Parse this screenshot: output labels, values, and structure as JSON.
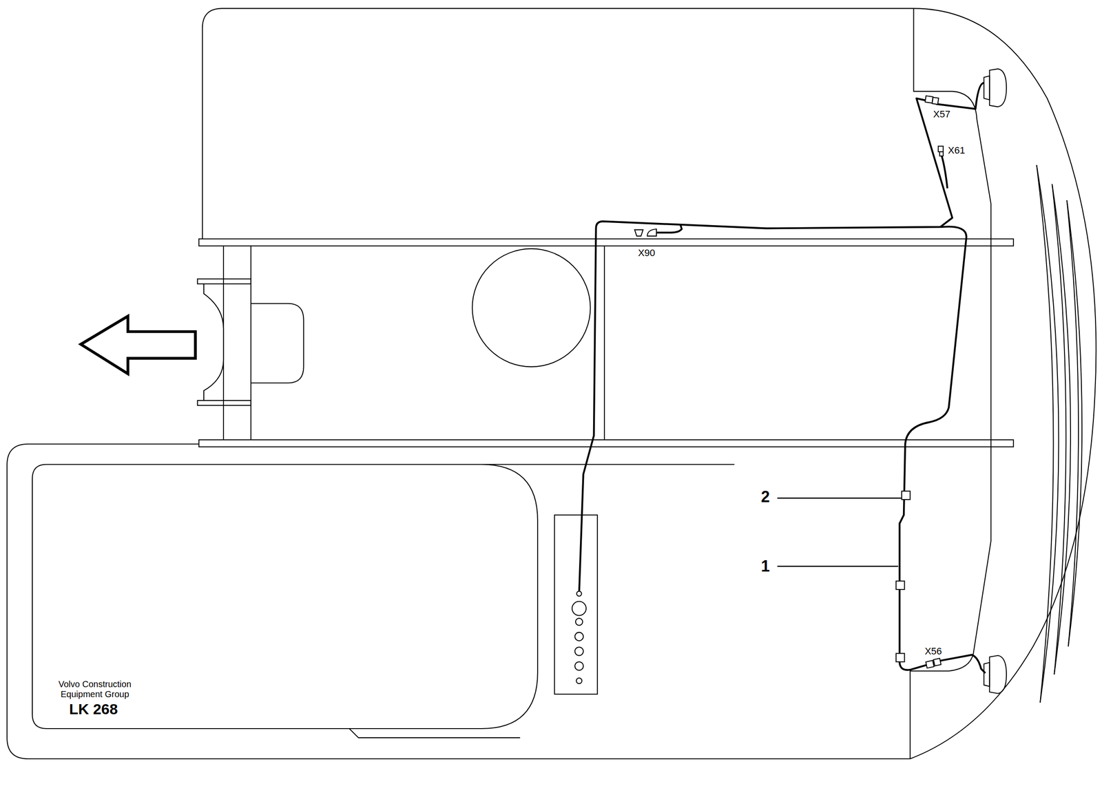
{
  "diagram": {
    "labels": [
      "X57",
      "X61",
      "X90",
      "X56",
      "2",
      "1",
      "Volvo Construction Equipment Group",
      "LK 268"
    ]
  }
}
